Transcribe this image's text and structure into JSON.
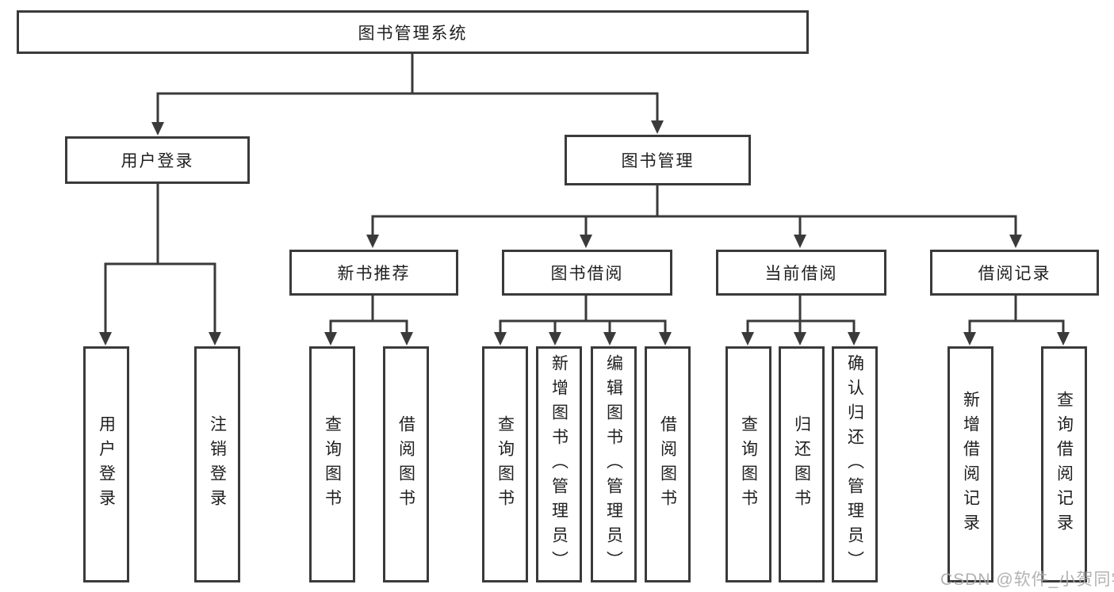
{
  "tree": {
    "root": "图书管理系统",
    "branches": [
      {
        "label": "用户登录",
        "children": [
          "用户登录",
          "注销登录"
        ]
      },
      {
        "label": "图书管理",
        "sections": [
          {
            "label": "新书推荐",
            "children": [
              "查询图书",
              "借阅图书"
            ]
          },
          {
            "label": "图书借阅",
            "children": [
              "查询图书",
              "新增图书（管理员）",
              "编辑图书（管理员）",
              "借阅图书"
            ]
          },
          {
            "label": "当前借阅",
            "children": [
              "查询图书",
              "归还图书",
              "确认归还（管理员）"
            ]
          },
          {
            "label": "借阅记录",
            "children": [
              "新增借阅记录",
              "查询借阅记录"
            ]
          }
        ]
      }
    ]
  },
  "watermark": "CSDN @软件_小贺同学",
  "colors": {
    "line": "#3a3a3a",
    "text": "#1f1f1f",
    "box_background": "#ffffff",
    "watermark_text": "#aaaaaa"
  }
}
